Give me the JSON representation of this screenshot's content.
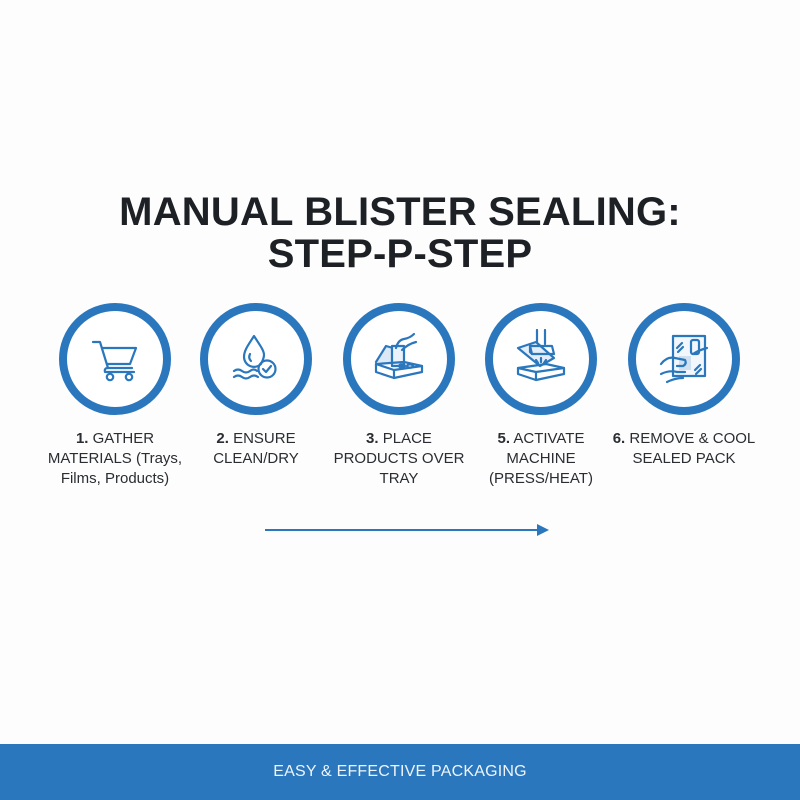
{
  "title": {
    "line1": "MANUAL BLISTER SEALING:",
    "line2": "STEP-P-STEP"
  },
  "colors": {
    "accent": "#2a77bd",
    "background": "#fdfdfd",
    "text": "#1d2024"
  },
  "steps": [
    {
      "number": "1.",
      "text": "GATHER MATERIALS (Trays, Films, Products)",
      "icon": "shopping-cart-icon"
    },
    {
      "number": "2.",
      "text": "ENSURE CLEAN/DRY",
      "icon": "water-drop-check-icon"
    },
    {
      "number": "3.",
      "text": "PLACE PRODUCTS OVER TRAY",
      "icon": "hand-placing-product-tray-icon"
    },
    {
      "number": "5.",
      "text": "ACTIVATE MACHINE (PRESS/HEAT)",
      "icon": "heat-press-icon"
    },
    {
      "number": "6.",
      "text": "REMOVE & COOL SEALED PACK",
      "icon": "hand-holding-sealed-pack-icon"
    }
  ],
  "flow_arrow": {
    "direction": "right"
  },
  "footer": {
    "text": "EASY & EFFECTIVE PACKAGING"
  }
}
